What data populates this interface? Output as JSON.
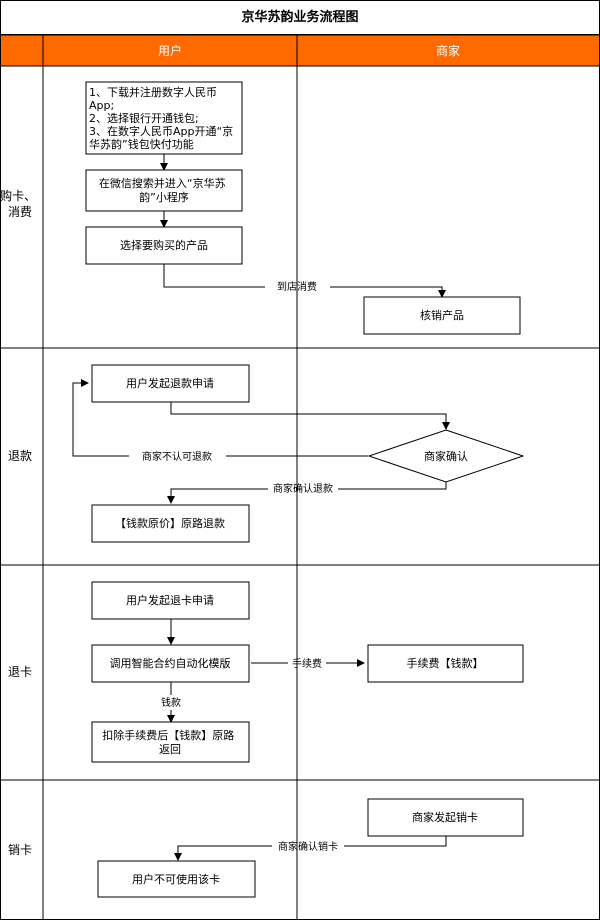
{
  "title": "京华苏韵业务流程图",
  "columns": {
    "user": "用户",
    "merchant": "商家"
  },
  "colors": {
    "header_bg": "#ff6a00",
    "line": "#000000",
    "box_fill": "#ffffff"
  },
  "lanes": [
    {
      "label_lines": [
        "购卡、",
        "消费"
      ]
    },
    {
      "label_lines": [
        "退款"
      ]
    },
    {
      "label_lines": [
        "退卡"
      ]
    },
    {
      "label_lines": [
        "销卡"
      ]
    }
  ],
  "nodes": {
    "download_app": {
      "lines": [
        "1、下载并注册数字人民币",
        "App;",
        "2、选择银行开通钱包;",
        "3、在数字人民币App开通“京",
        "华苏韵”钱包快付功能"
      ]
    },
    "search_miniprogram": {
      "lines": [
        "在微信搜索并进入“京华苏",
        "韵”小程序"
      ]
    },
    "select_product": {
      "lines": [
        "选择要购买的产品"
      ]
    },
    "verify_product": {
      "lines": [
        "核销产品"
      ]
    },
    "refund_request": {
      "lines": [
        "用户发起退款申请"
      ]
    },
    "merchant_confirm": {
      "lines": [
        "商家确认"
      ]
    },
    "refund_return": {
      "lines": [
        "【钱款原价】原路退款"
      ]
    },
    "card_return_request": {
      "lines": [
        "用户发起退卡申请"
      ]
    },
    "smart_contract": {
      "lines": [
        "调用智能合约自动化模版"
      ]
    },
    "fee": {
      "lines": [
        "手续费【钱款】"
      ]
    },
    "deduct_fee": {
      "lines": [
        "扣除手续费后【钱款】原路",
        "返回"
      ]
    },
    "merchant_cancel": {
      "lines": [
        "商家发起销卡"
      ]
    },
    "card_unusable": {
      "lines": [
        "用户不可使用该卡"
      ]
    }
  },
  "edge_labels": {
    "to_store": "到店消费",
    "not_approved": "商家不认可退款",
    "approved": "商家确认退款",
    "fee_edge": "手续费",
    "money_edge": "钱款",
    "confirm_cancel": "商家确认销卡"
  }
}
